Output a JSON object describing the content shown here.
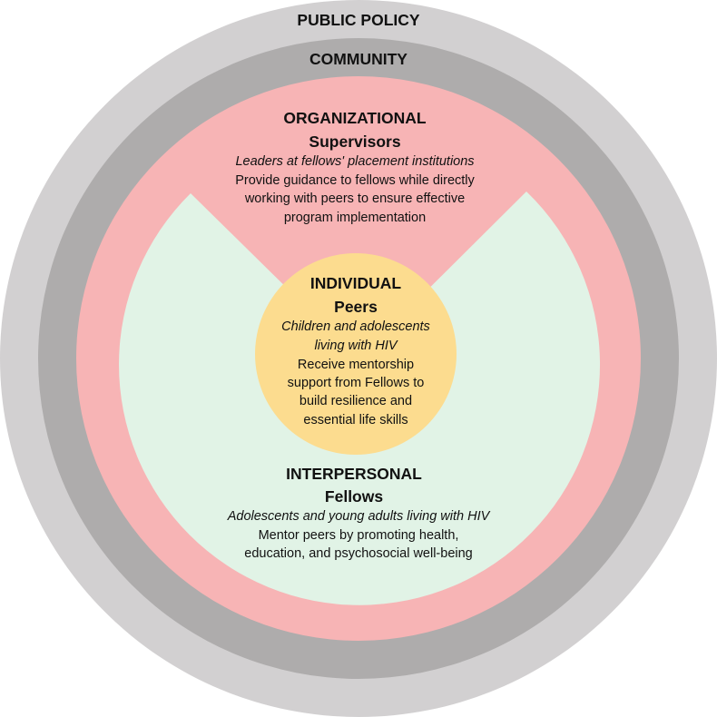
{
  "colors": {
    "public_policy_ring": "#d2d0d1",
    "community_ring": "#aeacac",
    "organizational_ring": "#f7b4b5",
    "interpersonal_area": "#e1f3e6",
    "individual_circle": "#fcdc8f"
  },
  "public_policy": {
    "title": "PUBLIC POLICY"
  },
  "community": {
    "title": "COMMUNITY"
  },
  "organizational": {
    "title": "ORGANIZATIONAL",
    "role": "Supervisors",
    "who": "Leaders at fellows' placement institutions",
    "description_lines": [
      "Provide guidance to fellows while directly",
      "working with peers to ensure effective",
      "program implementation"
    ]
  },
  "individual": {
    "title": "INDIVIDUAL",
    "role": "Peers",
    "who_lines": [
      "Children and adolescents",
      "living with HIV"
    ],
    "description_lines": [
      "Receive mentorship",
      "support from Fellows to",
      "build resilience and",
      "essential life skills"
    ]
  },
  "interpersonal": {
    "title": "INTERPERSONAL",
    "role": "Fellows",
    "who": "Adolescents and young adults living with HIV",
    "description_lines": [
      "Mentor peers by promoting health,",
      "education, and psychosocial well-being"
    ]
  }
}
